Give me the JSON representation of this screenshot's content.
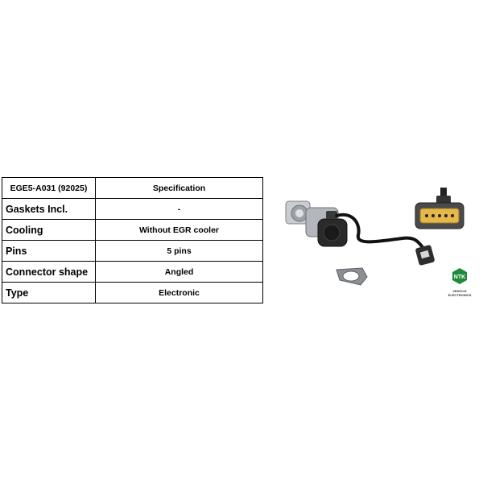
{
  "spec_table": {
    "header": {
      "part_number": "EGE5-A031 (92025)",
      "column_title": "Specification"
    },
    "rows": [
      {
        "label": "Gaskets Incl.",
        "value": "-"
      },
      {
        "label": "Cooling",
        "value": "Without EGR cooler"
      },
      {
        "label": "Pins",
        "value": "5 pins"
      },
      {
        "label": "Connector shape",
        "value": "Angled"
      },
      {
        "label": "Type",
        "value": "Electronic"
      }
    ]
  },
  "brand": {
    "logo_text": "NTK",
    "tagline": "VEHICLE ELECTRONICS",
    "color": "#1e8a3a"
  },
  "colors": {
    "connector_body": "#e6b84a",
    "valve_body": "#b9bcc0",
    "cable": "#111111"
  }
}
